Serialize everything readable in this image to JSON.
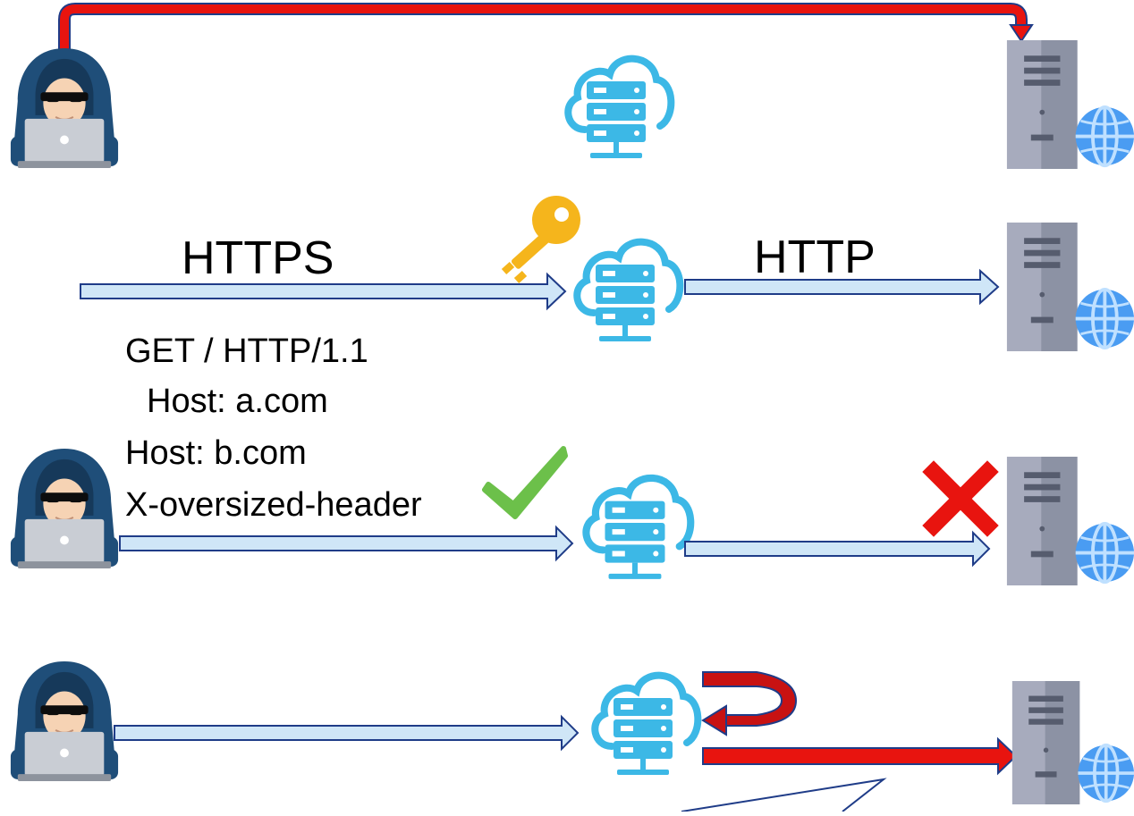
{
  "labels": {
    "https": "HTTPS",
    "http": "HTTP"
  },
  "request": {
    "line1": "GET / HTTP/1.1",
    "line2": "Host: a.com",
    "line3": "Host: b.com",
    "line4": "X-oversized-header"
  },
  "colors": {
    "arrow_fill": "#cfe6f7",
    "arrow_stroke": "#1f3c88",
    "attack_red": "#e8140f",
    "cloud_blue": "#3cb8e6",
    "server_gray": "#8c92a4",
    "globe_blue": "#4a9cf2",
    "hacker_hood": "#1f4e79",
    "check_green": "#6cc04a",
    "key_gold": "#f5b51c"
  }
}
